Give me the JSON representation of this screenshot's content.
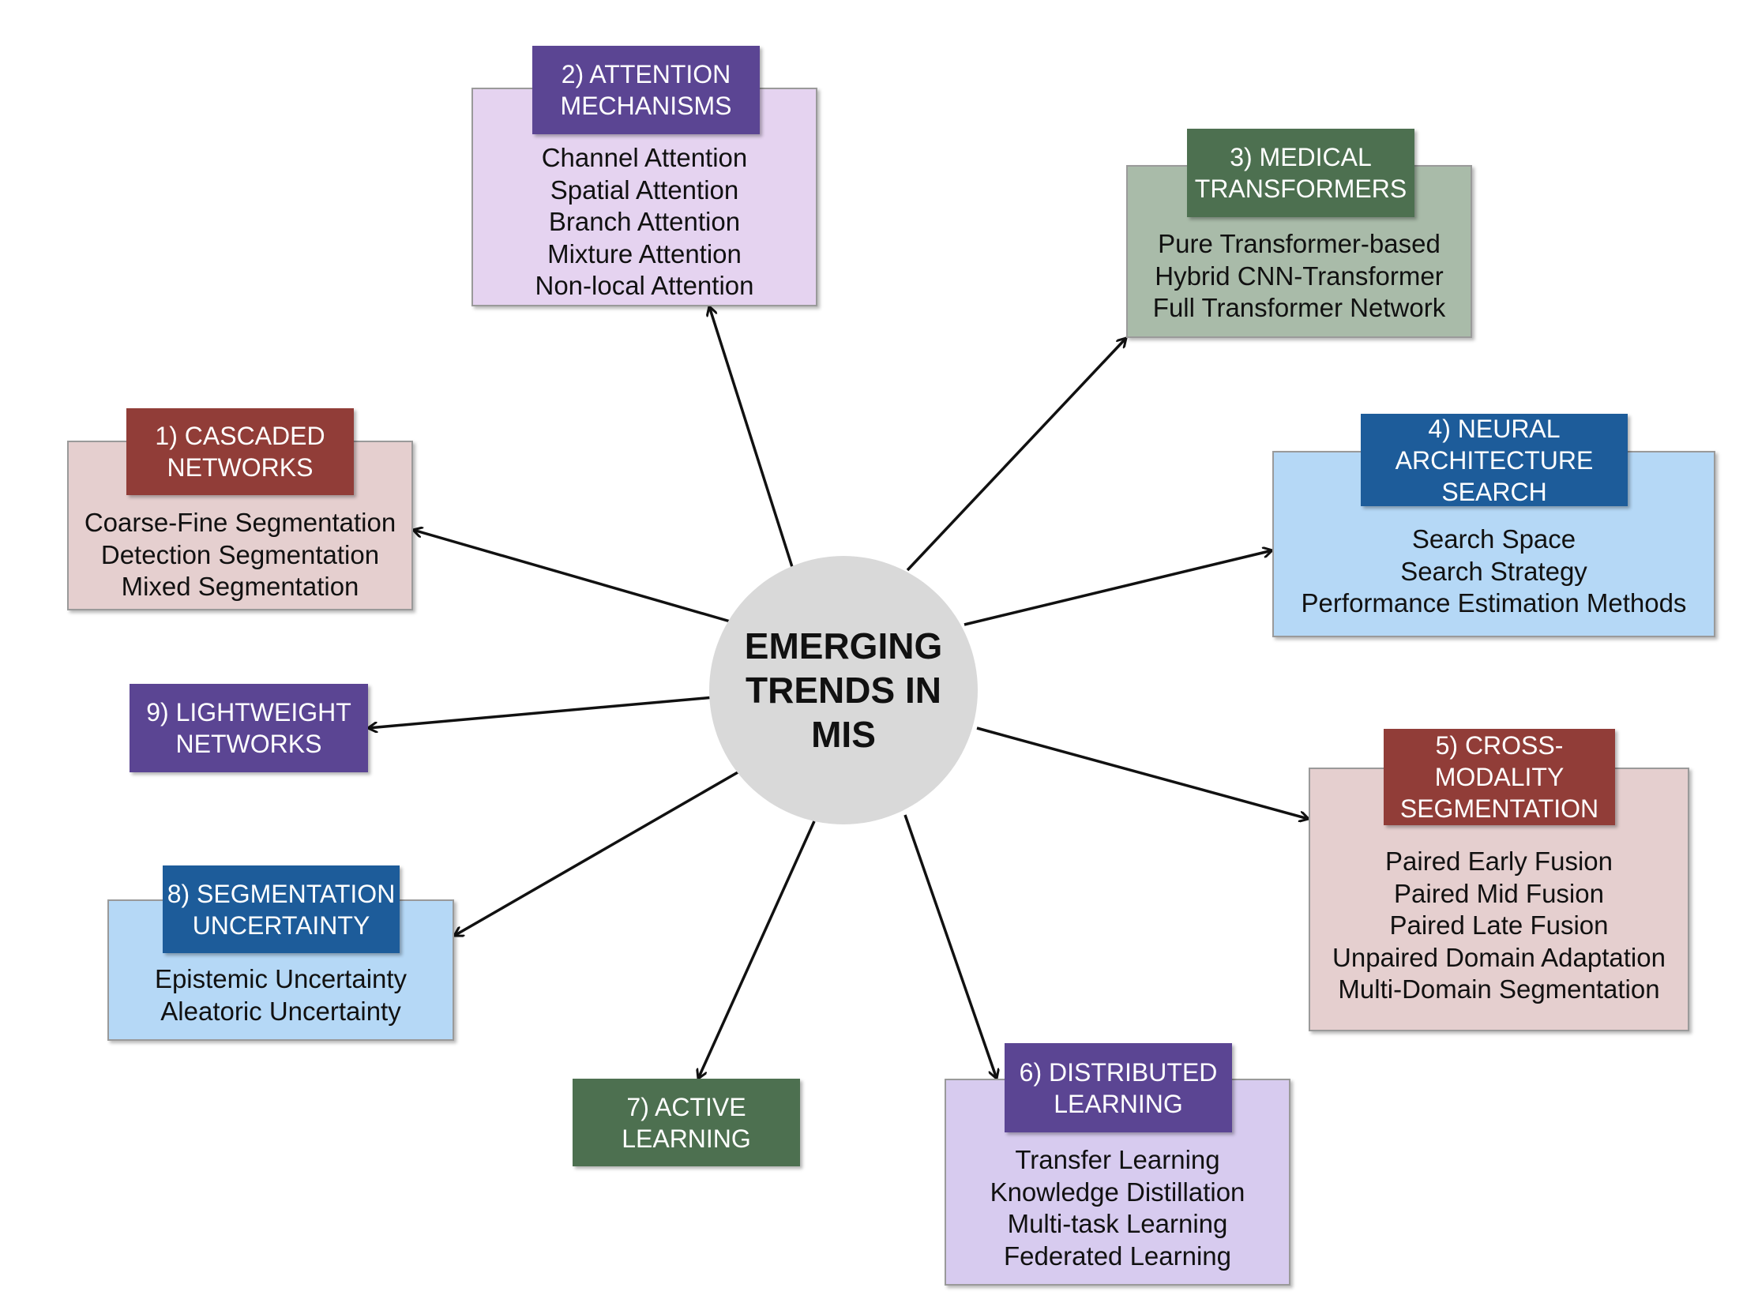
{
  "center": {
    "title": "EMERGING\nTRENDS IN\nMIS"
  },
  "colors": {
    "red_header": "#913d38",
    "red_panel": "#e5cfcf",
    "purple_header": "#5b4593",
    "purple_panel": "#e5d3f0",
    "purple_panel_alt": "#d7cbef",
    "green_header": "#4d7050",
    "green_panel": "#a9bba9",
    "blue_header": "#1d5c9a",
    "blue_panel": "#b5d8f6",
    "circle": "#d9d9d9",
    "arrow": "#111111"
  },
  "trends": [
    {
      "id": "cascaded",
      "header": "1) CASCADED\nNETWORKS",
      "items": [
        "Coarse-Fine Segmentation",
        "Detection Segmentation",
        "Mixed Segmentation"
      ]
    },
    {
      "id": "attention",
      "header": "2) ATTENTION\nMECHANISMS",
      "items": [
        "Channel Attention",
        "Spatial Attention",
        "Branch Attention",
        "Mixture Attention",
        "Non-local Attention"
      ]
    },
    {
      "id": "transformers",
      "header": "3) MEDICAL\nTRANSFORMERS",
      "items": [
        "Pure Transformer-based",
        "Hybrid CNN-Transformer",
        "Full Transformer Network"
      ]
    },
    {
      "id": "nas",
      "header": "4) NEURAL\nARCHITECTURE\nSEARCH",
      "items": [
        "Search Space",
        "Search Strategy",
        "Performance Estimation Methods"
      ]
    },
    {
      "id": "cross-modality",
      "header": "5) CROSS-\nMODALITY\nSEGMENTATION",
      "items": [
        "Paired Early Fusion",
        "Paired Mid Fusion",
        "Paired Late Fusion",
        "Unpaired Domain Adaptation",
        "Multi-Domain Segmentation"
      ]
    },
    {
      "id": "distributed",
      "header": "6) DISTRIBUTED\nLEARNING",
      "items": [
        "Transfer Learning",
        "Knowledge Distillation",
        "Multi-task Learning",
        "Federated Learning"
      ]
    },
    {
      "id": "active",
      "header": "7) ACTIVE\nLEARNING",
      "items": []
    },
    {
      "id": "uncertainty",
      "header": "8) SEGMENTATION\nUNCERTAINTY",
      "items": [
        "Epistemic Uncertainty",
        "Aleatoric Uncertainty"
      ]
    },
    {
      "id": "lightweight",
      "header": "9) LIGHTWEIGHT\nNETWORKS",
      "items": []
    }
  ]
}
